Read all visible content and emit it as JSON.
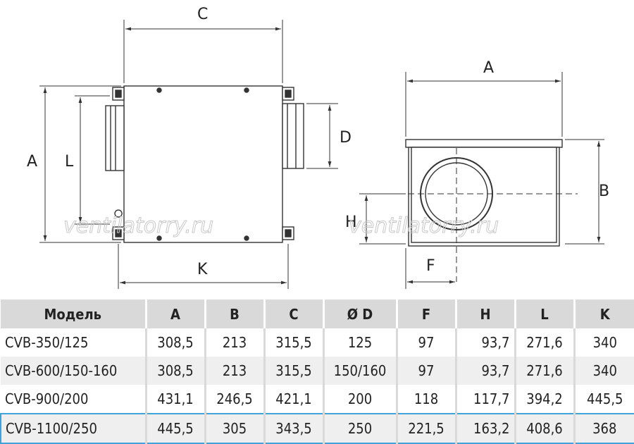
{
  "drawing": {
    "dim_labels": {
      "C": "C",
      "A_left": "A",
      "L": "L",
      "D": "D",
      "K": "K",
      "A_right": "A",
      "B": "B",
      "H": "H",
      "F": "F"
    },
    "watermark": "ventilatorry.ru"
  },
  "table": {
    "headers": [
      "Модель",
      "A",
      "B",
      "C",
      "Ø D",
      "F",
      "H",
      "L",
      "K"
    ],
    "rows": [
      [
        "CVB-350/125",
        "308,5",
        "213",
        "315,5",
        "125",
        "97",
        "93,7",
        "271,6",
        "340"
      ],
      [
        "CVB-600/150-160",
        "308,5",
        "213",
        "315,5",
        "150/160",
        "97",
        "93,7",
        "271,6",
        "340"
      ],
      [
        "CVB-900/200",
        "431,1",
        "246,5",
        "421,1",
        "200",
        "118",
        "117,7",
        "394,2",
        "445,5"
      ],
      [
        "CVB-1100/250",
        "445,5",
        "305",
        "343,5",
        "250",
        "221,5",
        "163,2",
        "408,6",
        "368"
      ]
    ],
    "highlight_color": "#3fa3d9",
    "header_bg": "#d9d9d9"
  }
}
